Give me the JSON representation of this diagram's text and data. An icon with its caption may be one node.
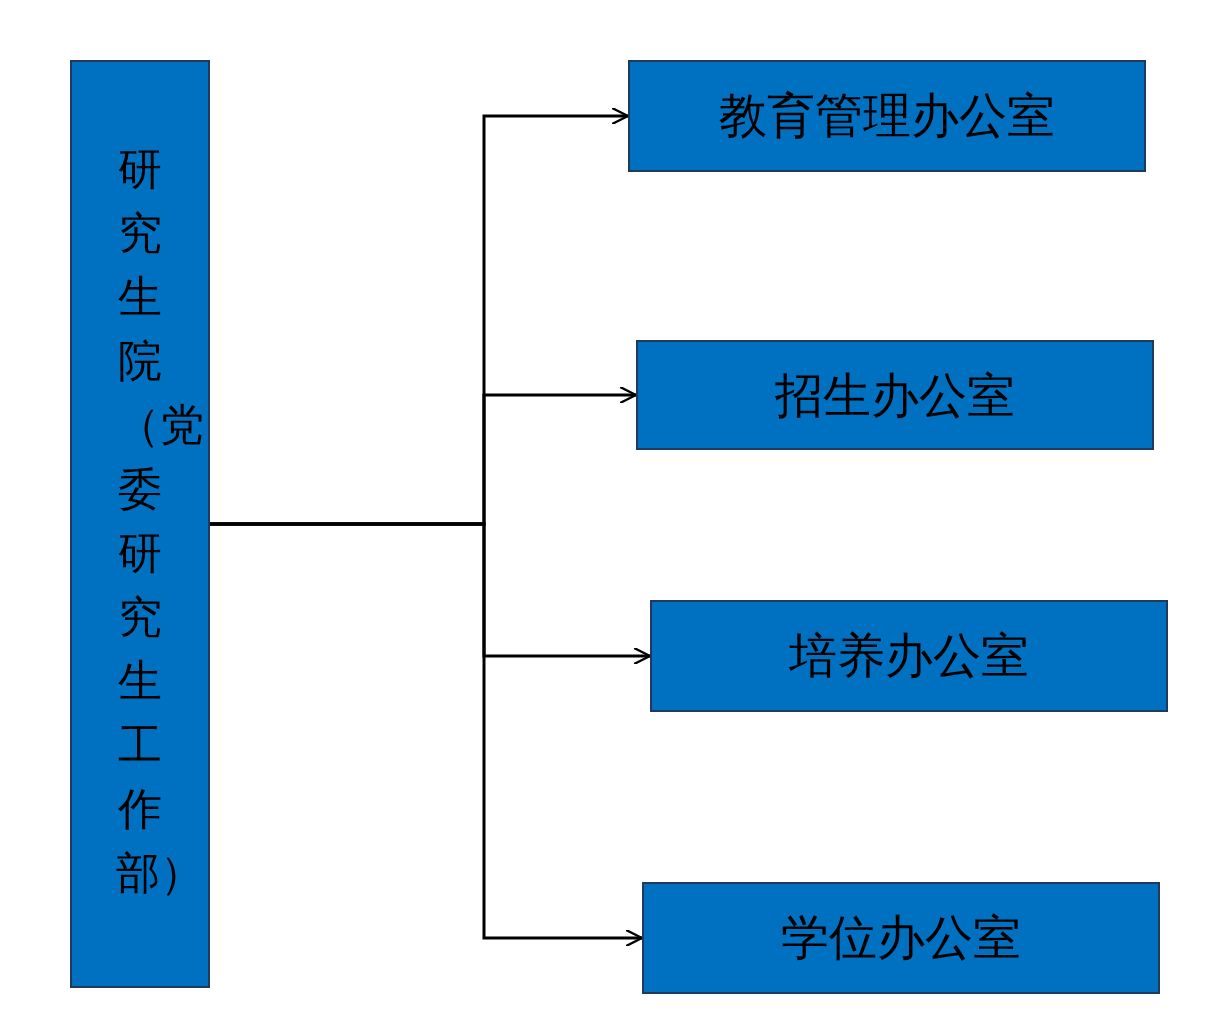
{
  "diagram": {
    "nodes": [
      {
        "text": [
          "研究生院（党委研究生工作部）"
        ]
      },
      {
        "text": [
          "教育管理办公室"
        ]
      },
      {
        "text": [
          "招生办公室"
        ]
      },
      {
        "text": [
          "培养办公室"
        ]
      },
      {
        "text": [
          "学位办公室"
        ]
      }
    ],
    "edges": [
      {
        "from": 0,
        "to": 1,
        "arrow": "to"
      },
      {
        "from": 0,
        "to": 2,
        "arrow": "to"
      },
      {
        "from": 0,
        "to": 3,
        "arrow": "to"
      },
      {
        "from": 0,
        "to": 4,
        "arrow": "to"
      }
    ]
  }
}
